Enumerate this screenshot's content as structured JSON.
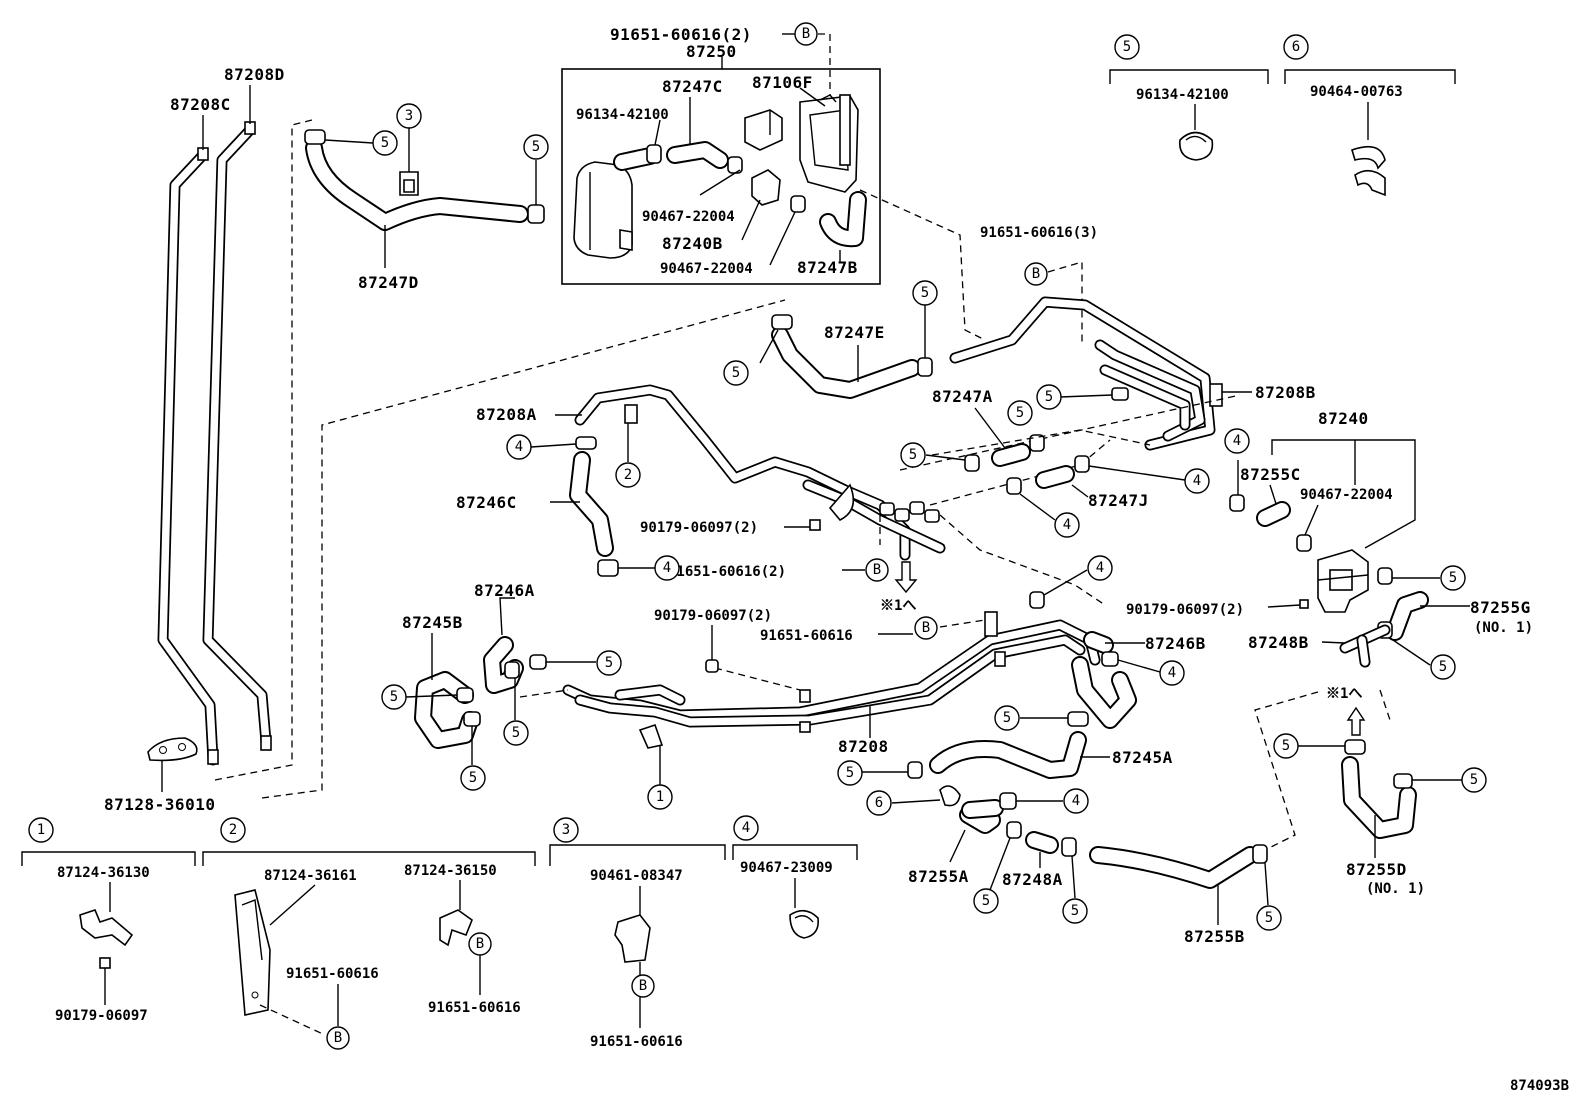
{
  "labels": {
    "p87208D": "87208D",
    "p87208C": "87208C",
    "p87128": "87128-36010",
    "p87247D": "87247D",
    "box_clip": "91651-60616(2)",
    "p87250": "87250",
    "p87247C": "87247C",
    "p87106F": "87106F",
    "p96134_box": "96134-42100",
    "p90467_a": "90467-22004",
    "p87240B": "87240B",
    "p90467_b": "90467-22004",
    "p87247B": "87247B",
    "p91651_3": "91651-60616(3)",
    "p87247E": "87247E",
    "p87208B": "87208B",
    "p87208A": "87208A",
    "p87247A": "87247A",
    "p87240": "87240",
    "p87255C": "87255C",
    "p90467_c": "90467-22004",
    "p87246C": "87246C",
    "p87247J": "87247J",
    "p90179_2a": "90179-06097(2)",
    "p91651_2b": "91651-60616(2)",
    "ref1_a": "※1へ",
    "p87246A": "87246A",
    "p87245B": "87245B",
    "p90179_2b": "90179-06097(2)",
    "p91651_single": "91651-60616",
    "p90179_2c": "90179-06097(2)",
    "p87255G": "87255G",
    "p87255G_sub": "(NO. 1)",
    "p87246B": "87246B",
    "p87248B": "87248B",
    "ref1_b": "※1へ",
    "p87208": "87208",
    "p87245A": "87245A",
    "p87255A": "87255A",
    "p87248A": "87248A",
    "p87255B": "87255B",
    "p87255D": "87255D",
    "p87255D_sub": "(NO. 1)",
    "diagram_id": "874093B"
  },
  "callouts": {
    "five": "5",
    "four": "4",
    "six": "6",
    "one": "1",
    "two": "2",
    "three": "3",
    "b": "B"
  },
  "legend": {
    "g5_num": "5",
    "g5_part": "96134-42100",
    "g6_num": "6",
    "g6_part": "90464-00763",
    "g1_num": "1",
    "g1_part": "87124-36130",
    "g1_sub": "90179-06097",
    "g2_num": "2",
    "g2_part_a": "87124-36161",
    "g2_part_b": "87124-36150",
    "g2_sub_a": "91651-60616",
    "g2_sub_b": "91651-60616",
    "g3_num": "3",
    "g3_part": "90461-08347",
    "g3_sub": "91651-60616",
    "g4_num": "4",
    "g4_part": "90467-23009"
  }
}
